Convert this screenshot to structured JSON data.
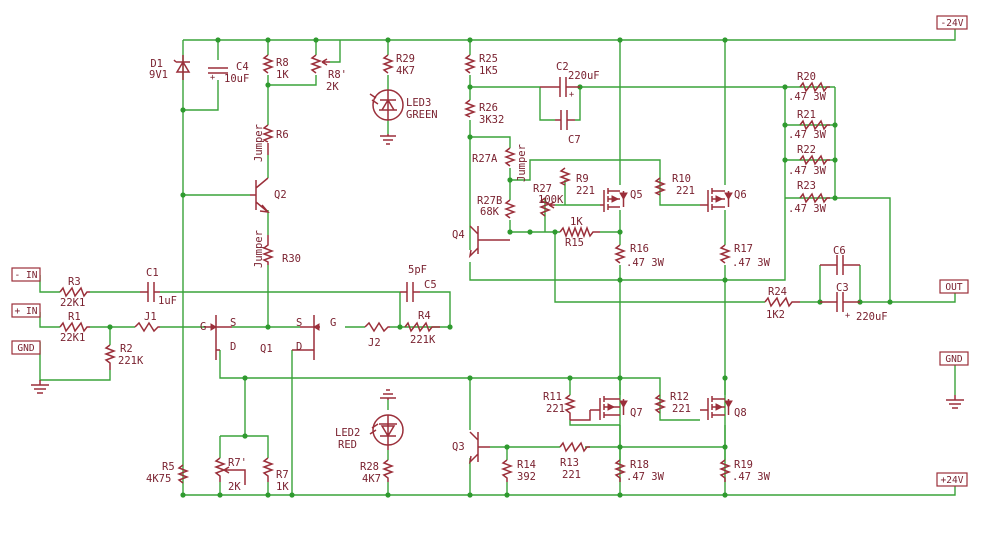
{
  "ports": {
    "neg24": "-24V",
    "pos24": "+24V",
    "out": "OUT",
    "gnd_right": "GND",
    "neg_in": "- IN",
    "pos_in": "+ IN",
    "gnd_left": "GND"
  },
  "components": {
    "D1": [
      "D1",
      "9V1"
    ],
    "C4": [
      "C4",
      "10uF"
    ],
    "R8": [
      "R8",
      "1K"
    ],
    "R8p": [
      "R8'",
      "2K"
    ],
    "R29": [
      "R29",
      "4K7"
    ],
    "LED3": [
      "LED3",
      "GREEN"
    ],
    "R25": [
      "R25",
      "1K5"
    ],
    "R26": [
      "R26",
      "3K32"
    ],
    "C2": [
      "C2",
      "220uF"
    ],
    "C7": [
      "C7"
    ],
    "R6": [
      "R6"
    ],
    "Q2": [
      "Q2"
    ],
    "R30": [
      "R30"
    ],
    "R27A": [
      "R27A"
    ],
    "R27B": [
      "R27B",
      "68K"
    ],
    "R27": [
      "R27",
      "100K"
    ],
    "R9": [
      "R9",
      "221"
    ],
    "Q5": [
      "Q5"
    ],
    "R10": [
      "R10",
      "221"
    ],
    "Q6": [
      "Q6"
    ],
    "R1": [
      "R1",
      "22K1"
    ],
    "R15": [
      "R15",
      "1K"
    ],
    "Q4": [
      "Q4"
    ],
    "R16": [
      "R16",
      ".47 3W"
    ],
    "R17": [
      "R17",
      ".47 3W"
    ],
    "R20": [
      "R20",
      ".47 3W"
    ],
    "R21": [
      "R21",
      ".47 3W"
    ],
    "R22": [
      "R22",
      ".47 3W"
    ],
    "R23": [
      "R23",
      ".47 3W"
    ],
    "R3": [
      "R3",
      "22K1"
    ],
    "C1": [
      "C1",
      "1uF"
    ],
    "C5": [
      "C5",
      "5pF"
    ],
    "R4": [
      "R4",
      "221K"
    ],
    "C6": [
      "C6"
    ],
    "C3": [
      "C3",
      "220uF"
    ],
    "R24": [
      "R24",
      "1K2"
    ],
    "J1": [
      "J1"
    ],
    "J2": [
      "J2"
    ],
    "R2": [
      "R2",
      "221K"
    ],
    "Q1": [
      "Q1"
    ],
    "R11": [
      "R11",
      "221"
    ],
    "Q7": [
      "Q7"
    ],
    "R12": [
      "R12",
      "221"
    ],
    "Q8": [
      "Q8"
    ],
    "LED2": [
      "LED2",
      "RED"
    ],
    "R28": [
      "R28",
      "4K7"
    ],
    "Q3": [
      "Q3"
    ],
    "R13": [
      "R13",
      "221"
    ],
    "R14": [
      "R14",
      "392"
    ],
    "R18": [
      "R18",
      ".47 3W"
    ],
    "R19": [
      "R19",
      ".47 3W"
    ],
    "R5": [
      "R5",
      "4K75"
    ],
    "R7p": [
      "R7'",
      "2K"
    ],
    "R7": [
      "R7",
      "1K"
    ]
  },
  "jumper_label": "Jumper",
  "pins": {
    "gate": "G",
    "source": "S",
    "drain": "D"
  },
  "colors": {
    "wire": "#3aa33a",
    "component": "#9b2f3a",
    "text": "#7a2230",
    "junction": "#2f9a2f"
  }
}
